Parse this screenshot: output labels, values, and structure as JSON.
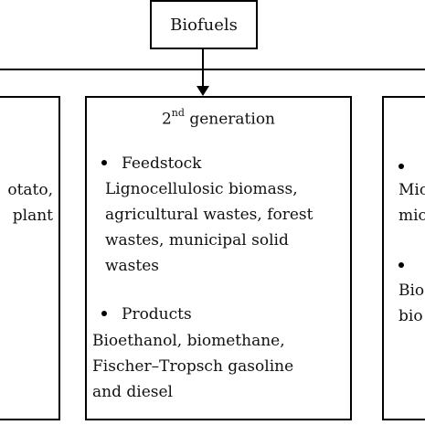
{
  "root": {
    "label": "Biofuels"
  },
  "center_box": {
    "title_number": "2",
    "title_suffix": "nd",
    "title_text": " generation",
    "feedstock_heading": "Feedstock",
    "feedstock_lines": [
      "Lignocellulosic biomass,",
      "agricultural wastes, forest",
      "wastes, municipal solid",
      "wastes"
    ],
    "products_heading": "Products",
    "products_lines": [
      "Bioethanol, biomethane,",
      "Fischer–Tropsch gasoline",
      "and diesel"
    ]
  },
  "left_box": {
    "lines": [
      "otato,",
      "plant"
    ]
  },
  "right_box": {
    "lines": [
      "Mic",
      "mic",
      "Bio",
      "bio"
    ]
  },
  "colors": {
    "line": "#000000",
    "background": "#ffffff",
    "text": "#111111"
  }
}
